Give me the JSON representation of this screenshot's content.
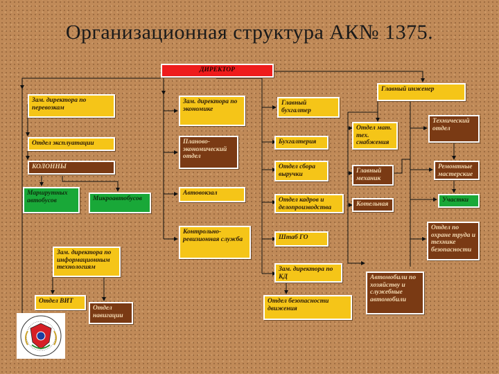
{
  "title": "Организационная структура АК№ 1375.",
  "colors": {
    "yellow": "#f5c518",
    "brown": "#7a3a14",
    "green": "#19a838",
    "red": "#ee1c1c",
    "line": "#111111"
  },
  "logo_icon": "emblem-icon",
  "boxes": {
    "director": "ДИРЕКТОР",
    "deputy_transport": "Зам. директора по перевозкам",
    "dept_operations": "Отдел эксплуатации",
    "columns": "КОЛОННЫ",
    "route_buses": "Маршрутных автобусов",
    "minibuses": "Микроавтобусов",
    "deputy_it": "Зам. директора по информационным технологиям",
    "dept_vit": "Отдел ВИТ",
    "dept_navigation": "Отдел навигации",
    "deputy_economy": "Зам. директора по экономике",
    "planning_dept": "Планово-экономический отдел",
    "bus_station": "Автовокзал",
    "control_service": "Контрольно-ревизионная служба",
    "chief_accountant": "Главный бухгалтер",
    "accounting": "Бухгалтерия",
    "dept_collection": "Отдел сбора выручки",
    "dept_hr": "Отдел кадров и делопроизводства",
    "staff_go": "Штаб ГО",
    "deputy_kd": "Зам. директора по КД",
    "dept_safety": "Отдел безопасности движения",
    "chief_engineer": "Главный инженер",
    "dept_supply": "Отдел мат. тех. снабжения",
    "chief_mechanic": "Главный механик",
    "boiler_room": "Котельная",
    "cars": "Автомобили по хозяйству и служебные автомобили",
    "tech_dept": "Технический отдел",
    "repair_shops": "Ремонтные мастерские",
    "sites": "Участки",
    "labor_dept": "Отдел по охране труда и технике безопасности"
  }
}
